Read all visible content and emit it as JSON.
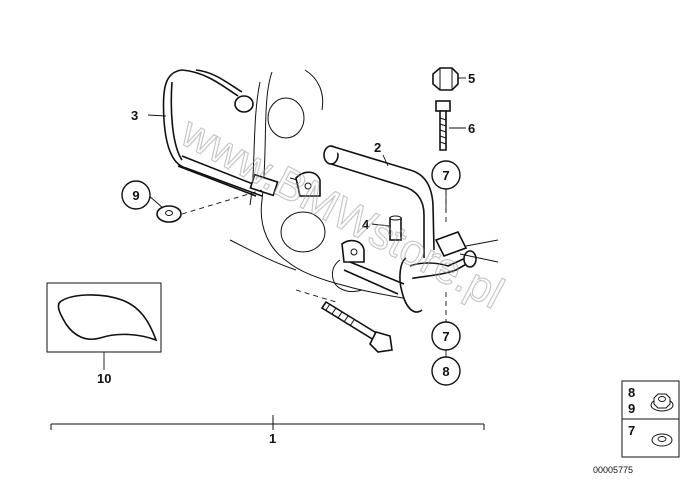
{
  "callouts": {
    "c1": "1",
    "c2": "2",
    "c3": "3",
    "c4": "4",
    "c5": "5",
    "c6": "6",
    "c7a": "7",
    "c7b": "7",
    "c8": "8",
    "c9": "9",
    "c10": "10"
  },
  "legend": {
    "row1_top": "8",
    "row1_bottom": "9",
    "row2": "7"
  },
  "diagram_number": "00005775",
  "watermark": "www.BMWstore.pl"
}
